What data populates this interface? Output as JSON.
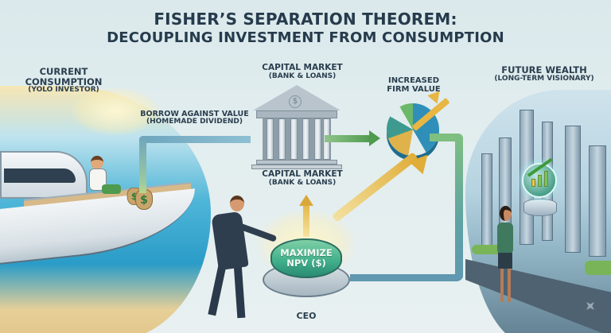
{
  "title": {
    "line1": "FISHER’S SEPARATION THEOREM:",
    "line2": "DECOUPLING INVESTMENT FROM CONSUMPTION"
  },
  "labels": {
    "current_consumption": {
      "main_line1": "CURRENT",
      "main_line2": "CONSUMPTION",
      "sub": "(YOLO INVESTOR)"
    },
    "borrow": {
      "main": "BORROW AGAINST VALUE",
      "sub": "(HOMEMADE DIVIDEND)"
    },
    "capital_market_top": {
      "main": "CAPITAL MARKET",
      "sub": "(BANK & LOANS)"
    },
    "capital_market_bottom": {
      "main": "CAPITAL MARKET",
      "sub": "(BANK & LOANS)"
    },
    "increased_firm_value": {
      "line1": "INCREASED",
      "line2": "FIRM VALUE"
    },
    "future_wealth": {
      "main": "FUTURE WEALTH",
      "sub": "(LONG-TERM VISIONARY)"
    },
    "ceo": "CEO"
  },
  "button": {
    "line1": "MAXIMIZE",
    "line2": "NPV ($)"
  },
  "icons": {
    "bank": "bank-building-icon",
    "dollar": "$",
    "money_bag": "$",
    "pie_chart": "pie-chart-icon",
    "growth_chart": "growth-chart-icon",
    "sparkle": "sparkle-icon"
  },
  "colors": {
    "background": "#e3eeef",
    "title": "#263b4c",
    "pipe_blue": "#5f98b0",
    "pipe_green": "#7fbf80",
    "button_green": "#3fae8a",
    "gold_arrow": "#e0ad38",
    "pie_blue": "#2f8fb8"
  }
}
